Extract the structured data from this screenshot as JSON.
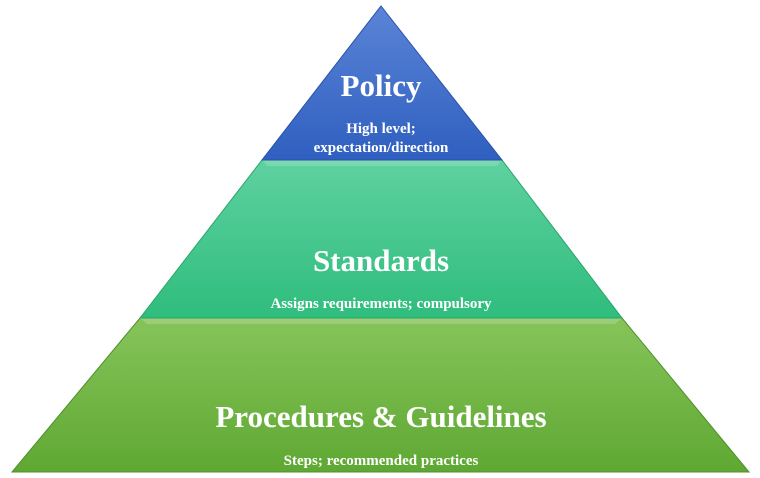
{
  "diagram": {
    "type": "pyramid",
    "tiers": [
      {
        "title": "Policy",
        "subtitle_lines": [
          "High level;",
          "expectation/direction"
        ],
        "color_top": "#5a84d6",
        "color_bottom": "#2f5fc0"
      },
      {
        "title": "Standards",
        "subtitle_lines": [
          "Assigns requirements; compulsory"
        ],
        "color_top": "#5fd1a0",
        "color_bottom": "#2fbd7d"
      },
      {
        "title": "Procedures & Guidelines",
        "subtitle_lines": [
          "Steps; recommended practices"
        ],
        "color_top": "#86c45a",
        "color_bottom": "#5fa833"
      }
    ]
  }
}
